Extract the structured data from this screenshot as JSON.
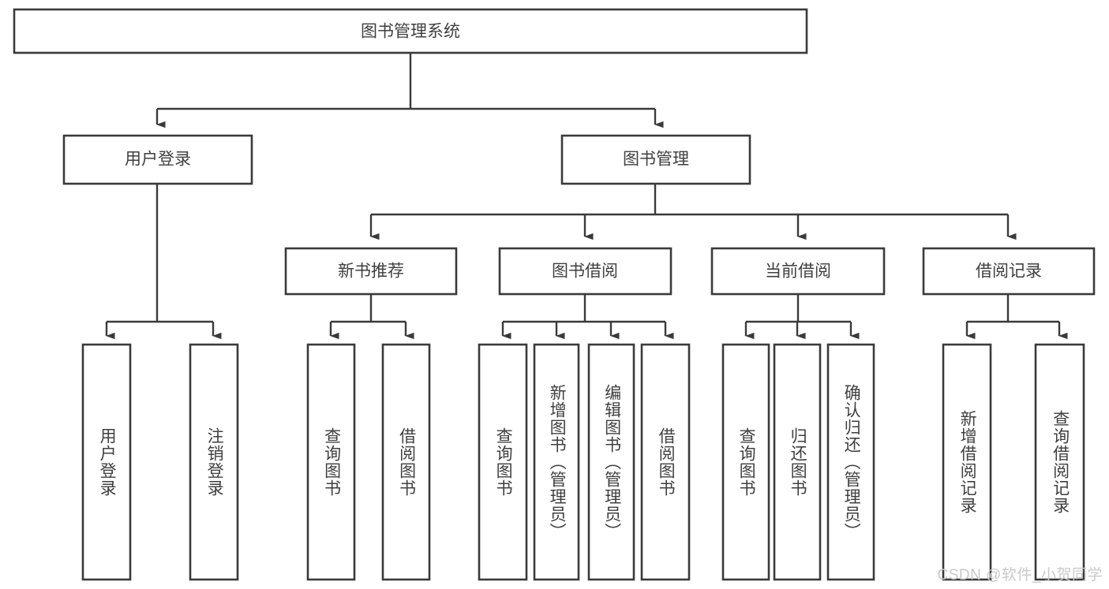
{
  "diagram": {
    "type": "tree-hierarchy",
    "title": "图书管理系统",
    "watermark": "CSDN @软件_小贺同学",
    "colors": {
      "stroke": "#3a3a3a",
      "fill": "#ffffff",
      "text": "#3f3f3f",
      "watermark": "#c9c9c9",
      "background": "#ffffff"
    },
    "levels": {
      "root": {
        "label": "图书管理系统"
      },
      "level1": [
        {
          "label": "用户登录"
        },
        {
          "label": "图书管理"
        }
      ],
      "level2": [
        {
          "label": "新书推荐"
        },
        {
          "label": "图书借阅"
        },
        {
          "label": "当前借阅"
        },
        {
          "label": "借阅记录"
        }
      ],
      "leaves": [
        {
          "label": "用户登录",
          "parent": "用户登录"
        },
        {
          "label": "注销登录",
          "parent": "用户登录"
        },
        {
          "label": "查询图书",
          "parent": "新书推荐"
        },
        {
          "label": "借阅图书",
          "parent": "新书推荐"
        },
        {
          "label": "查询图书",
          "parent": "图书借阅"
        },
        {
          "label": "新增图书（管理员）",
          "parent": "图书借阅"
        },
        {
          "label": "编辑图书（管理员）",
          "parent": "图书借阅"
        },
        {
          "label": "借阅图书",
          "parent": "图书借阅"
        },
        {
          "label": "查询图书",
          "parent": "当前借阅"
        },
        {
          "label": "归还图书",
          "parent": "当前借阅"
        },
        {
          "label": "确认归还（管理员）",
          "parent": "当前借阅"
        },
        {
          "label": "新增借阅记录",
          "parent": "借阅记录"
        },
        {
          "label": "查询借阅记录",
          "parent": "借阅记录"
        }
      ]
    }
  }
}
